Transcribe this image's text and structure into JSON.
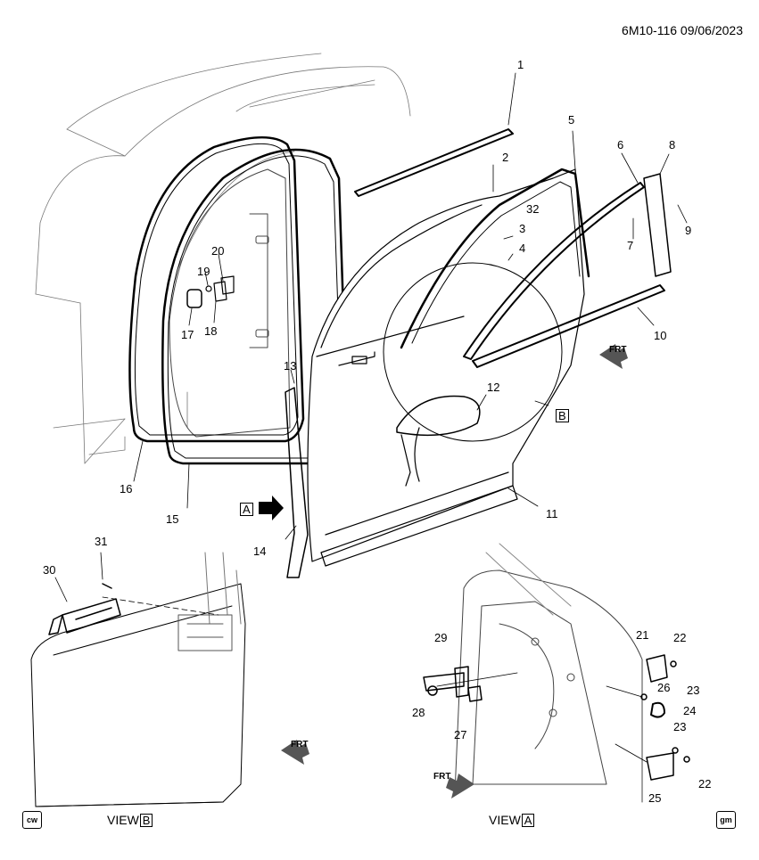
{
  "header": {
    "code": "6M10-116 09/06/2023"
  },
  "callouts": {
    "c1": "1",
    "c2": "2",
    "c3": "3",
    "c4": "4",
    "c5": "5",
    "c6": "6",
    "c7": "7",
    "c8": "8",
    "c9": "9",
    "c10": "10",
    "c11": "11",
    "c12": "12",
    "c13": "13",
    "c14": "14",
    "c15": "15",
    "c16": "16",
    "c17": "17",
    "c18": "18",
    "c19": "19",
    "c20": "20",
    "c21": "21",
    "c22a": "22",
    "c22b": "22",
    "c23a": "23",
    "c23b": "23",
    "c24": "24",
    "c25": "25",
    "c26": "26",
    "c27": "27",
    "c28": "28",
    "c29": "29",
    "c30": "30",
    "c31": "31",
    "c32": "32"
  },
  "view_refs": {
    "a_main": "A",
    "b_main": "B"
  },
  "view_labels": {
    "b": {
      "prefix": "VIEW",
      "ref": "B"
    },
    "a": {
      "prefix": "VIEW",
      "ref": "A"
    }
  },
  "direction": {
    "frt": "FRT"
  },
  "corner_marks": {
    "left": "cw",
    "right": "gm"
  },
  "icons": [
    "front-direction-arrow-icon",
    "view-arrow-icon",
    "cw-logo-icon",
    "gm-logo-icon"
  ]
}
